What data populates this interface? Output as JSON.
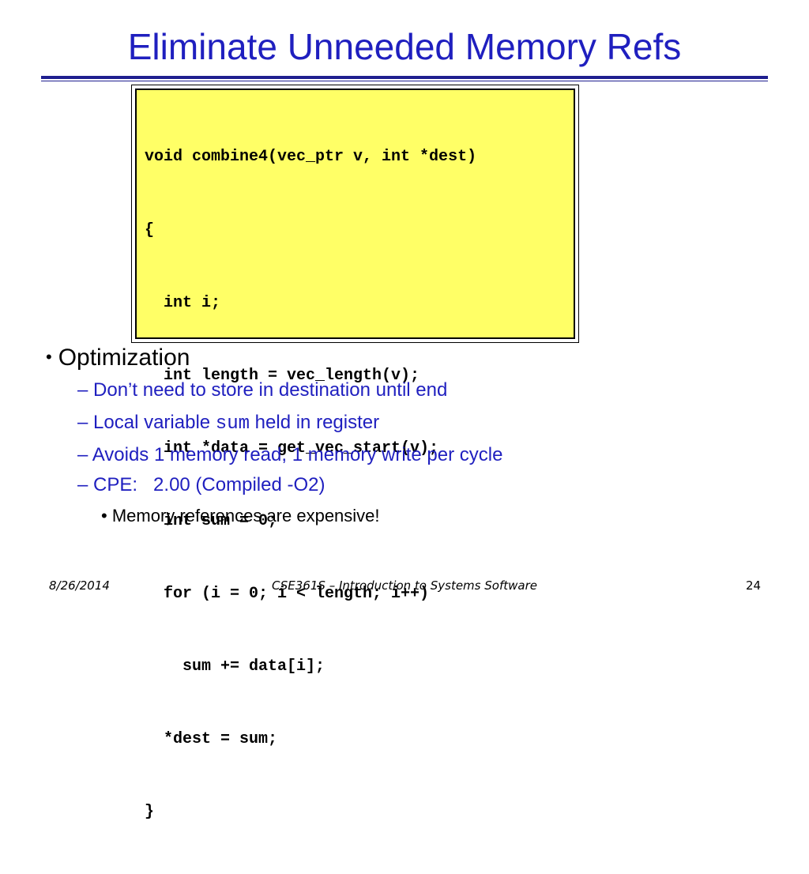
{
  "slide": {
    "title": "Eliminate Unneeded Memory Refs",
    "code_lines": [
      "void combine4(vec_ptr v, int *dest)",
      "{",
      "  int i;",
      "  int length = vec_length(v);",
      "  int *data = get_vec_start(v);",
      "  int sum = 0;",
      "  for (i = 0; i < length; i++)",
      "    sum += data[i];",
      "  *dest = sum;",
      "}"
    ],
    "bullet_main": "Optimization",
    "bullet_dot": "•",
    "sub_dash": "–",
    "sub_bullets": {
      "b1": "Don’t need to store in destination until end",
      "b2_pre": "Local variable ",
      "b2_code": "sum",
      "b2_post": " held in register",
      "b3": "Avoids 1 memory read, 1 memory write per cycle",
      "b4": "CPE:   2.00 (Compiled -O2)"
    },
    "sub_sub_bullet": "Memory references are expensive!"
  },
  "footer": {
    "date": "8/26/2014",
    "course": "CSE361S – Introduction to Systems Software",
    "page": "24"
  },
  "colors": {
    "title": "#1f1fbf",
    "code_bg": "#ffff66",
    "sub_text": "#1f1fbf"
  }
}
